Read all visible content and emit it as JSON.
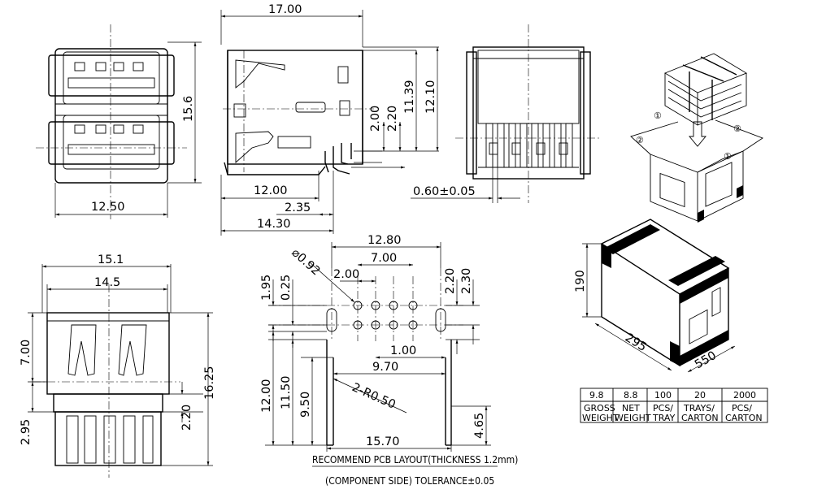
{
  "dimensions": {
    "top_view": {
      "overall_length": "17.00",
      "from_back_12_00": "12.00",
      "pin_offset": "2.35",
      "to_pin": "14.30",
      "h_2_00": "2.00",
      "h_2_20": "2.20",
      "h_11_39": "11.39",
      "h_12_10": "12.10"
    },
    "front_view": {
      "height": "15.6",
      "width": "12.50"
    },
    "end_view": {
      "pin_width": "0.60±0.05"
    },
    "side_view": {
      "outer_width": "15.1",
      "inner_width": "14.5",
      "upper_7_00": "7.00",
      "lower_2_95": "2.95",
      "stub_2_20": "2.20",
      "total_height": "16.25"
    },
    "pcb_layout": {
      "outer": "12.80",
      "inner": "7.00",
      "pitch": "2.00",
      "hole_dia": "⌀0.92",
      "left_1_95": "1.95",
      "left_0_25": "0.25",
      "right_2_20": "2.20",
      "right_2_30": "2.30",
      "row_1_00": "1.00",
      "row_9_70": "9.70",
      "radius": "2-R0.50",
      "h_12_00": "12.00",
      "h_11_50": "11.50",
      "h_9_50": "9.50",
      "h_4_65": "4.65",
      "bottom_15_70": "15.70"
    },
    "carton": {
      "h": "190",
      "w": "295",
      "d": "550"
    }
  },
  "notes": {
    "pcb_title": "RECOMMEND PCB LAYOUT(THICKNESS 1.2mm)",
    "pcb_subtitle": "(COMPONENT SIDE) TOLERANCE±0.05"
  },
  "packing_table": {
    "values": [
      "9.8",
      "8.8",
      "100",
      "20",
      "2000"
    ],
    "labels_line1": [
      "GROSS",
      "NET",
      "PCS/",
      "TRAYS/",
      "PCS/"
    ],
    "labels_line2": [
      "WEIGHT",
      "WEIGHT",
      "TRAY",
      "CARTON",
      "CARTON"
    ]
  },
  "box_markers": [
    "①",
    "②",
    "②",
    "①"
  ]
}
